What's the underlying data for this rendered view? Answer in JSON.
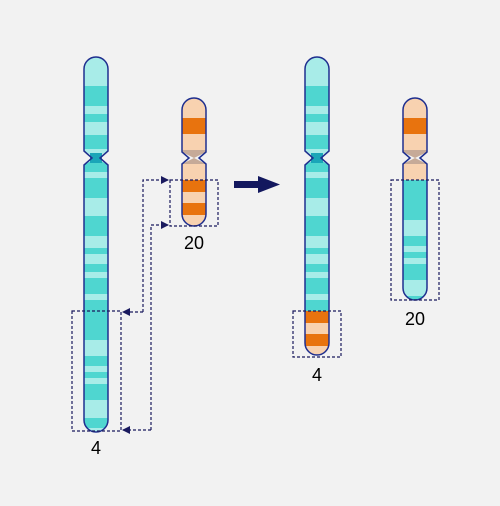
{
  "labels": {
    "chr4_before": "4",
    "chr20_before": "20",
    "chr4_after": "4",
    "chr20_after": "20"
  },
  "colors": {
    "background": "#f2f2f2",
    "chr4_outline": "#1f2f8f",
    "chr4_dark_band": "#4fd6d0",
    "chr4_light_band": "#a8ece8",
    "chr20_outline": "#1f2f8f",
    "chr20_dark_band": "#e8730e",
    "chr20_light_band": "#f8d2b0",
    "centromere_4": "#1aa6b8",
    "centromere_20": "#c6aa98",
    "box_line": "#1a1a5e",
    "arrow": "#13185e"
  },
  "arrow_icon": "right-arrow-icon",
  "description_icons": [
    "translocation-arrow-icon"
  ]
}
